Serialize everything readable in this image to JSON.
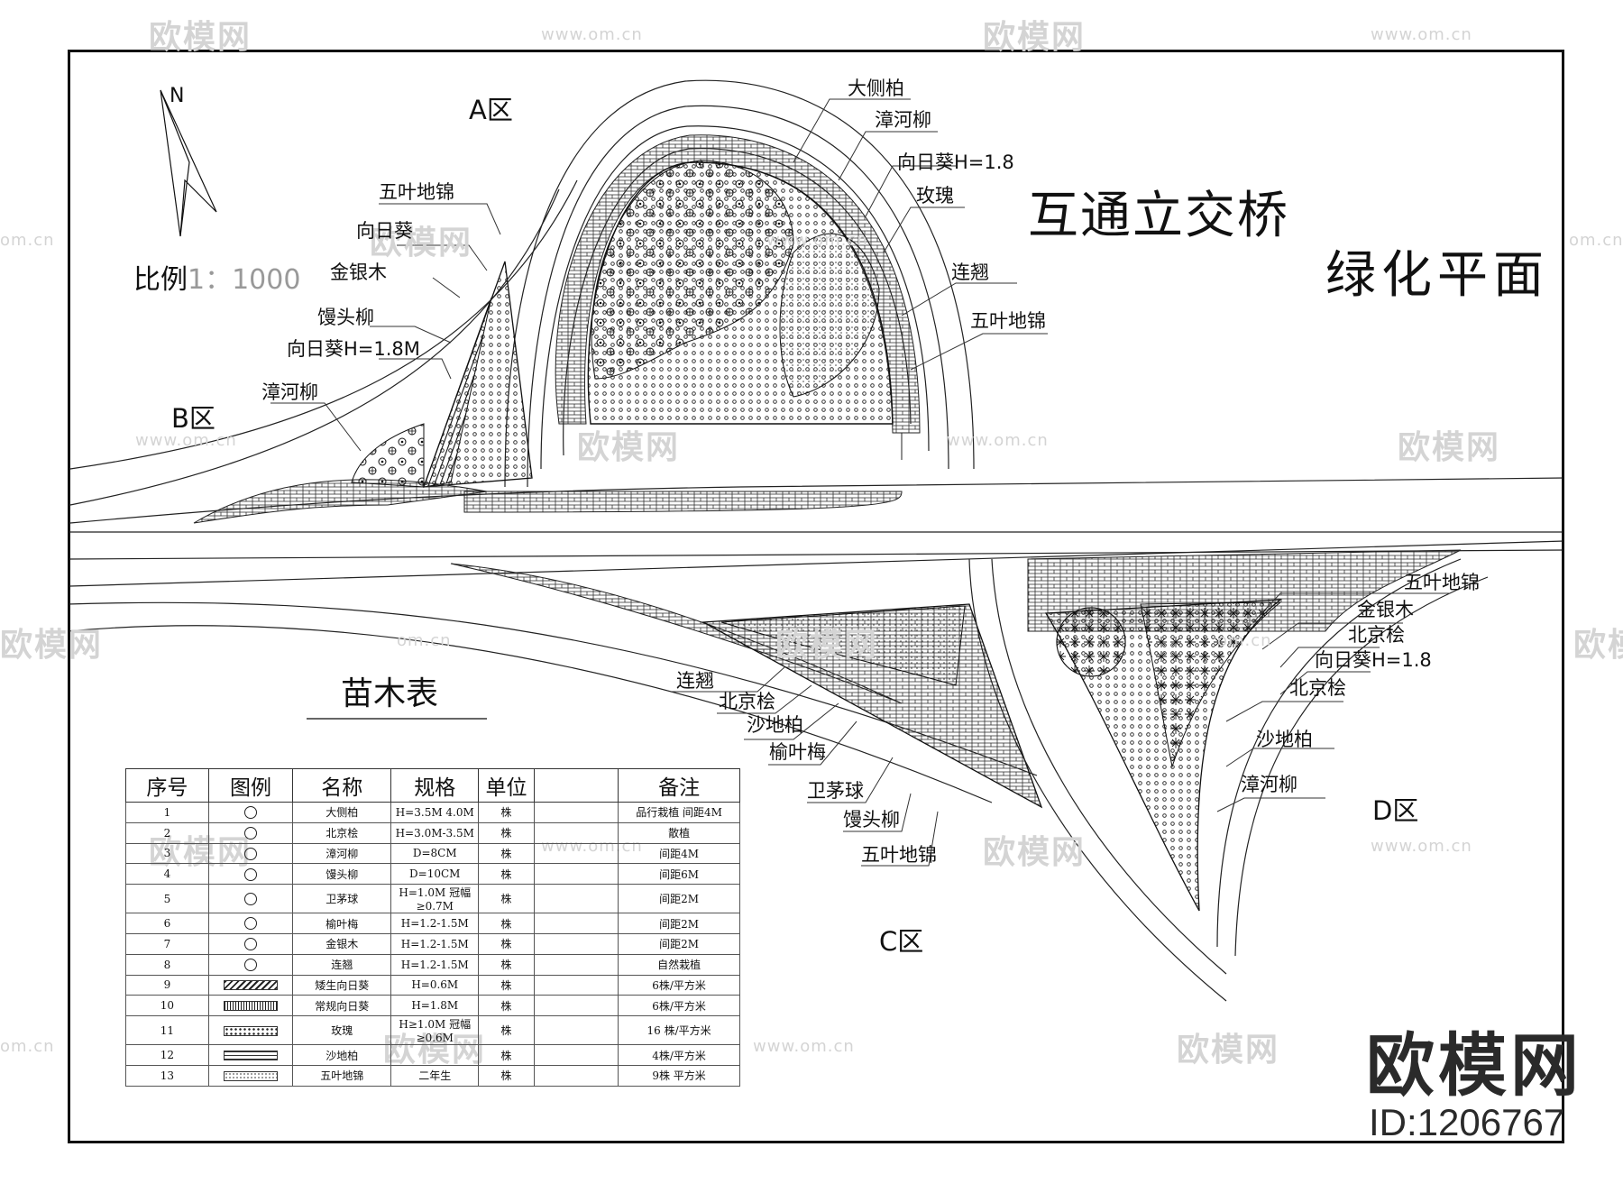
{
  "title": {
    "line1": "互通立交桥",
    "line2": "绿化平面"
  },
  "north": "N",
  "scale": {
    "label": "比例",
    "value": "1：1000"
  },
  "zones": {
    "a": "A区",
    "b": "B区",
    "c": "C区",
    "d": "D区"
  },
  "labels": {
    "a": [
      "大侧柏",
      "漳河柳",
      "向日葵H=1.8",
      "玫瑰",
      "连翘",
      "五叶地锦"
    ],
    "b": [
      "五叶地锦",
      "向日葵",
      "金银木",
      "馒头柳",
      "向日葵H=1.8M",
      "漳河柳"
    ],
    "c": [
      "连翘",
      "北京桧",
      "沙地柏",
      "榆叶梅",
      "卫茅球",
      "馒头柳",
      "五叶地锦"
    ],
    "d": [
      "五叶地锦",
      "金银木",
      "北京桧",
      "向日葵H=1.8",
      "北京桧",
      "沙地柏",
      "漳河柳"
    ]
  },
  "table": {
    "title": "苗木表",
    "headers": [
      "序号",
      "图例",
      "名称",
      "规格",
      "单位",
      "",
      "备注"
    ],
    "rows": [
      {
        "no": "1",
        "legend": "tree-symbol",
        "name": "大侧柏",
        "spec": "H=3.5M 4.0M",
        "unit": "株",
        "note": "品行栽植 间距4M"
      },
      {
        "no": "2",
        "legend": "tree-symbol",
        "name": "北京桧",
        "spec": "H=3.0M-3.5M",
        "unit": "株",
        "note": "散植"
      },
      {
        "no": "3",
        "legend": "tree-symbol",
        "name": "漳河柳",
        "spec": "D=8CM",
        "unit": "株",
        "note": "间距4M"
      },
      {
        "no": "4",
        "legend": "tree-symbol",
        "name": "馒头柳",
        "spec": "D=10CM",
        "unit": "株",
        "note": "间距6M"
      },
      {
        "no": "5",
        "legend": "shrub-symbol",
        "name": "卫茅球",
        "spec": "H=1.0M 冠幅≥0.7M",
        "unit": "株",
        "note": "间距2M"
      },
      {
        "no": "6",
        "legend": "shrub-symbol",
        "name": "榆叶梅",
        "spec": "H=1.2-1.5M",
        "unit": "株",
        "note": "间距2M"
      },
      {
        "no": "7",
        "legend": "shrub-symbol",
        "name": "金银木",
        "spec": "H=1.2-1.5M",
        "unit": "株",
        "note": "间距2M"
      },
      {
        "no": "8",
        "legend": "shrub-symbol",
        "name": "连翘",
        "spec": "H=1.2-1.5M",
        "unit": "株",
        "note": "自然栽植"
      },
      {
        "no": "9",
        "legend": "hatch-diagonal",
        "name": "矮生向日葵",
        "spec": "H=0.6M",
        "unit": "株",
        "note": "6株/平方米"
      },
      {
        "no": "10",
        "legend": "hatch-dense",
        "name": "常规向日葵",
        "spec": "H=1.8M",
        "unit": "株",
        "note": "6株/平方米"
      },
      {
        "no": "11",
        "legend": "hatch-flower",
        "name": "玫瑰",
        "spec": "H≥1.0M 冠幅≥0.6M",
        "unit": "株",
        "note": "16 株/平方米"
      },
      {
        "no": "12",
        "legend": "hatch-brick",
        "name": "沙地柏",
        "spec": "",
        "unit": "株",
        "note": "4株/平方米"
      },
      {
        "no": "13",
        "legend": "hatch-dots",
        "name": "五叶地锦",
        "spec": "二年生",
        "unit": "株",
        "note": "9株 平方米"
      }
    ]
  },
  "brand": {
    "name": "欧模网",
    "id": "ID:1206767"
  },
  "watermark": {
    "text": "欧模网",
    "url": "www.om.cn",
    "url_part": "om.cn"
  }
}
